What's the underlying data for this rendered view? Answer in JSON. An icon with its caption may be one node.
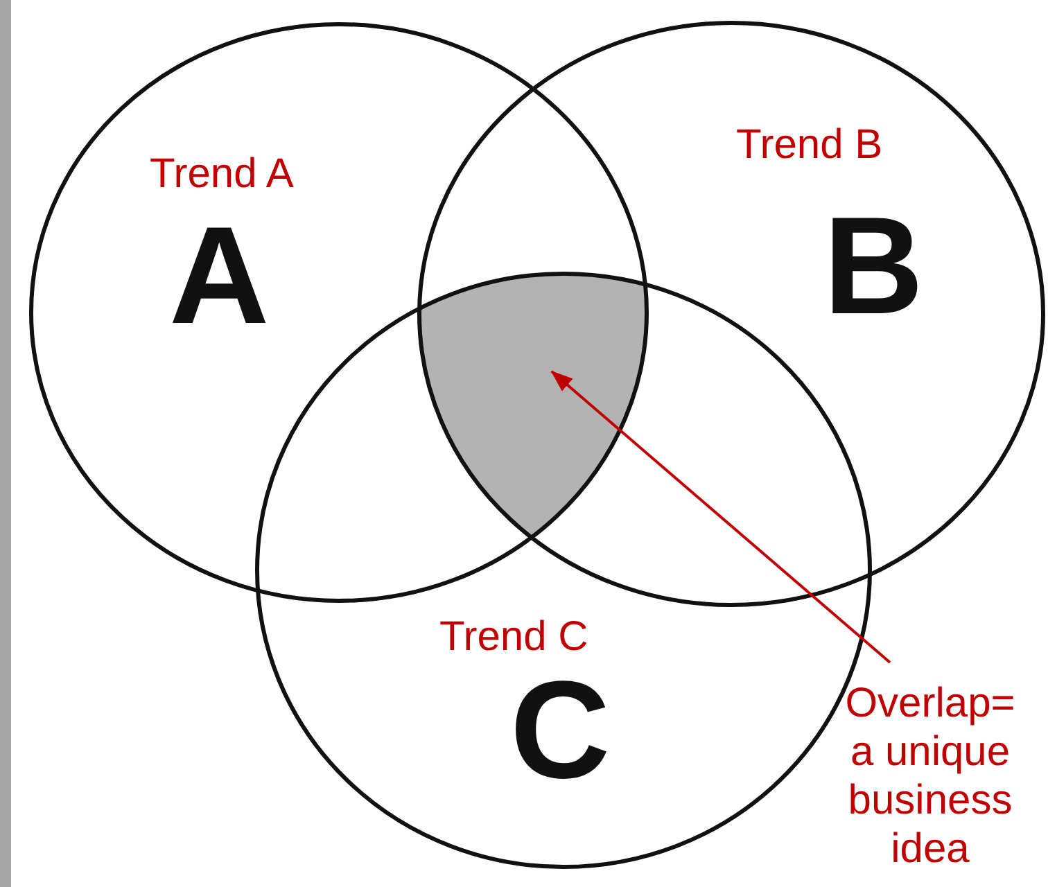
{
  "diagram": {
    "nodes": [
      {
        "text": [
          "Trend A",
          "A"
        ]
      },
      {
        "text": [
          "Trend B",
          "B"
        ]
      },
      {
        "text": [
          "Trend C",
          "C"
        ]
      },
      {
        "text": [],
        "shape": "triangle"
      },
      {
        "text": [
          "Overlap= a unique business idea"
        ]
      }
    ],
    "edges": [
      {
        "from": 4,
        "to": 3,
        "arrow": "to"
      }
    ]
  }
}
